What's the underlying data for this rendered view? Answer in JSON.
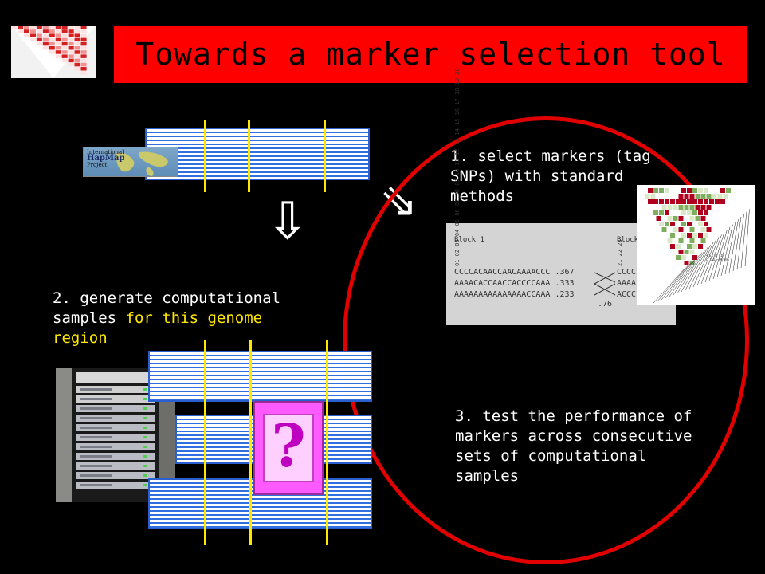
{
  "title": "Towards a marker selection tool",
  "step1": {
    "line1": "1. select markers (tag",
    "line2": "SNPs) with standard",
    "line3": "methods"
  },
  "step2": {
    "line1": "2. generate computational",
    "line2_plain": "samples ",
    "line2_highlight": "for this genome",
    "line3_highlight": "region"
  },
  "step3": {
    "line1": "3. test the performance of",
    "line2": "markers across consecutive",
    "line3": "sets of computational",
    "line4": "samples"
  },
  "hapmap_logo": {
    "line1": "International",
    "line2": "HapMap",
    "line3": "Project"
  },
  "haplotype_panel": {
    "block1_label": "Block 1",
    "block2_label": "Block",
    "snp_numbers": "01 02 03 04 05 06 07 08 09 10 11 12 13 14 15 16 17 18 19 20",
    "snp_numbers_b2": "21 22 23",
    "rows": [
      {
        "seq": "CCCCACAACCAACAAAACCC",
        "freq": ".367",
        "seq2": "CCCC"
      },
      {
        "seq": "AAAACACCAACCACCCCAAA",
        "freq": ".333",
        "seq2": "AAAA"
      },
      {
        "seq": "AAAAAAAAAAAAAAACCAAA",
        "freq": ".233",
        "seq2": "ACCC"
      }
    ],
    "transition_value": ".76"
  },
  "ld_plot": {
    "label1": "452.8 kb",
    "label2": "0.94 cM/Mb"
  },
  "question_mark": "?",
  "arrow_down": "⇩",
  "arrow_diag": "⇘",
  "colors": {
    "title_bg": "#ff0000",
    "highlight": "#ffe800",
    "circle": "#e00000",
    "stripe_blue": "#2f6fdf",
    "question_bg": "#ff5aff"
  }
}
